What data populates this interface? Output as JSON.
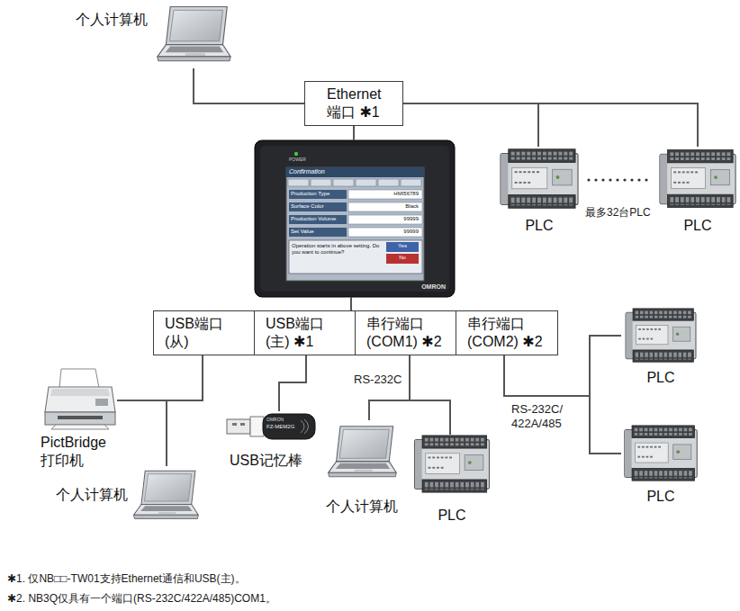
{
  "diagram": {
    "nodes": [
      {
        "text": [
          "个人计算机"
        ]
      },
      {
        "text": [
          "Ethernet 端口 ✱1"
        ]
      },
      {
        "text": [
          "POWER",
          "Confirmation",
          "Production Type",
          "HMI56789",
          "Surface Color",
          "Black",
          "Production Volume",
          "99999",
          "Set Value",
          "99999",
          "Operation starts in above setting. Do you want to continue?",
          "Yes",
          "No",
          "OMRON"
        ]
      },
      {
        "text": [
          "PLC"
        ]
      },
      {
        "text": [
          "PLC"
        ]
      },
      {
        "text": [
          "USB端口 (从)"
        ]
      },
      {
        "text": [
          "USB端口 (主) ✱1"
        ]
      },
      {
        "text": [
          "串行端口 (COM1) ✱2"
        ]
      },
      {
        "text": [
          "串行端口 (COM2) ✱2"
        ]
      },
      {
        "text": [
          "PLC"
        ]
      },
      {
        "text": [
          "PictBridge 打印机"
        ]
      },
      {
        "text": [
          "USB记忆棒"
        ]
      },
      {
        "text": [
          "个人计算机"
        ]
      },
      {
        "text": [
          "PLC"
        ]
      },
      {
        "text": [
          "PLC"
        ]
      },
      {
        "text": [
          "个人计算机"
        ]
      }
    ],
    "edges": [
      {
        "from": 1,
        "to": 0,
        "arrow": "none"
      },
      {
        "from": 1,
        "to": 3,
        "arrow": "none"
      },
      {
        "from": 1,
        "to": 4,
        "arrow": "none"
      },
      {
        "from": 1,
        "to": 2,
        "arrow": "none"
      },
      {
        "from": 2,
        "to": 6,
        "arrow": "none"
      },
      {
        "from": 5,
        "to": 10,
        "arrow": "none"
      },
      {
        "from": 5,
        "to": 15,
        "arrow": "none"
      },
      {
        "from": 6,
        "to": 11,
        "arrow": "none"
      },
      {
        "from": 7,
        "to": 12,
        "label": "RS-232C",
        "arrow": "none"
      },
      {
        "from": 7,
        "to": 13,
        "arrow": "none"
      },
      {
        "from": 8,
        "to": 9,
        "label": "RS-232C/ 422A/485",
        "arrow": "none"
      },
      {
        "from": 8,
        "to": 14,
        "arrow": "none"
      }
    ],
    "labels": [
      "最多32台PLC",
      "OMRON",
      "FZ-MEM2G",
      "✱1. 仅NB□□-TW01支持Ethernet通信和USB(主)。",
      "✱2. NB3Q仅具有一个端口(RS-232C/422A/485)COM1。"
    ]
  }
}
